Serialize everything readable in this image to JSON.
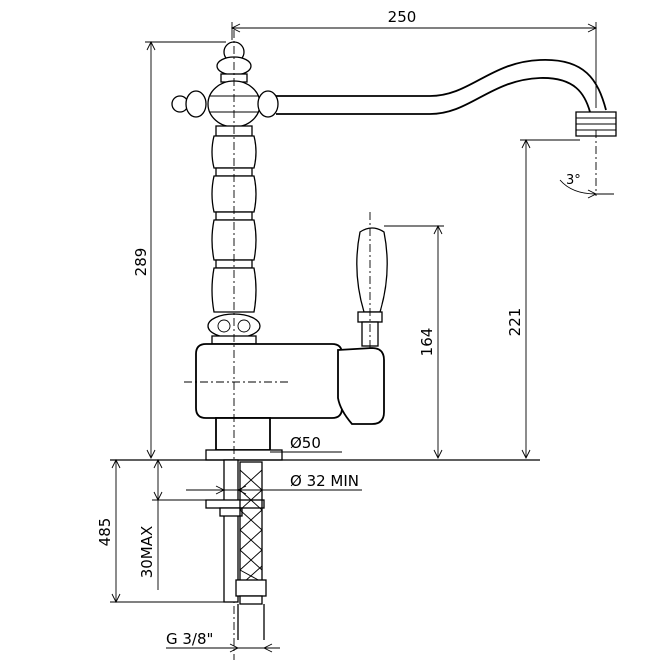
{
  "dimensions": {
    "spout_reach": "250",
    "total_height": "289",
    "spout_height": "221",
    "lever_height": "164",
    "base_diameter": "Ø50",
    "hole_diameter": "Ø 32 MIN",
    "hose_length": "485",
    "max_thickness": "30MAX",
    "thread": "G 3/8\"",
    "spout_angle": "3°"
  }
}
